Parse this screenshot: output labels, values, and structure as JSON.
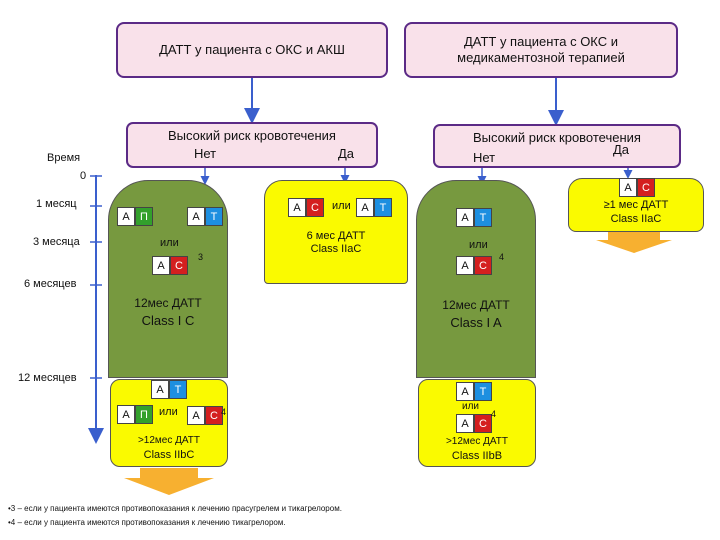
{
  "top": {
    "left_title": "ДАТТ у пациента с ОКС и АКШ",
    "right_title": "ДАТТ у пациента с ОКС и медикаментозной терапией"
  },
  "risk": {
    "left": {
      "title": "Высокий риск кровотечения",
      "no": "Нет",
      "yes": "Да"
    },
    "right": {
      "title": "Высокий риск кровотечения",
      "no": "Нет",
      "yes": "Да"
    }
  },
  "timeline": {
    "heading": "Время",
    "ticks": [
      "0",
      "1 месяц",
      "3 месяца",
      "6 месяцев",
      "12 месяцев"
    ]
  },
  "drugs": {
    "A": "А",
    "P": "П",
    "T": "Т",
    "C": "С"
  },
  "conn": {
    "or": "или"
  },
  "sup": {
    "n3": "3",
    "n4": "4"
  },
  "panels": {
    "p1": {
      "duration": "12мес ДАТТ",
      "cls": "Class I C",
      "ext_duration": ">12мес ДАТТ",
      "ext_cls": "Class IIbC"
    },
    "p2": {
      "duration": "6 мес ДАТТ",
      "cls": "Class IIaC"
    },
    "p3": {
      "duration": "12мес ДАТТ",
      "cls": "Class I A",
      "ext_duration": ">12мес ДАТТ",
      "ext_cls": "Class IIbB"
    },
    "p4": {
      "duration": "≥1 мес ДАТТ",
      "cls": "Class IIaC"
    }
  },
  "footnotes": [
    "•3 – если у пациента имеются противопоказания к лечению прасугрелем и тикагрелором.",
    "•4 – если у пациента имеются противопоказания к лечению тикагрелором."
  ],
  "colors": {
    "border": "#5b2a86",
    "arrow": "#3a5fcd",
    "green_panel": "#77993f",
    "yellow_panel": "#fafa00",
    "aspirin": "#ffffff",
    "ticagrelor": "#1d8fe0",
    "clopidogrel": "#d41f1f",
    "prasugrel": "#33a02c",
    "orange_arrow": "#f7b030"
  }
}
